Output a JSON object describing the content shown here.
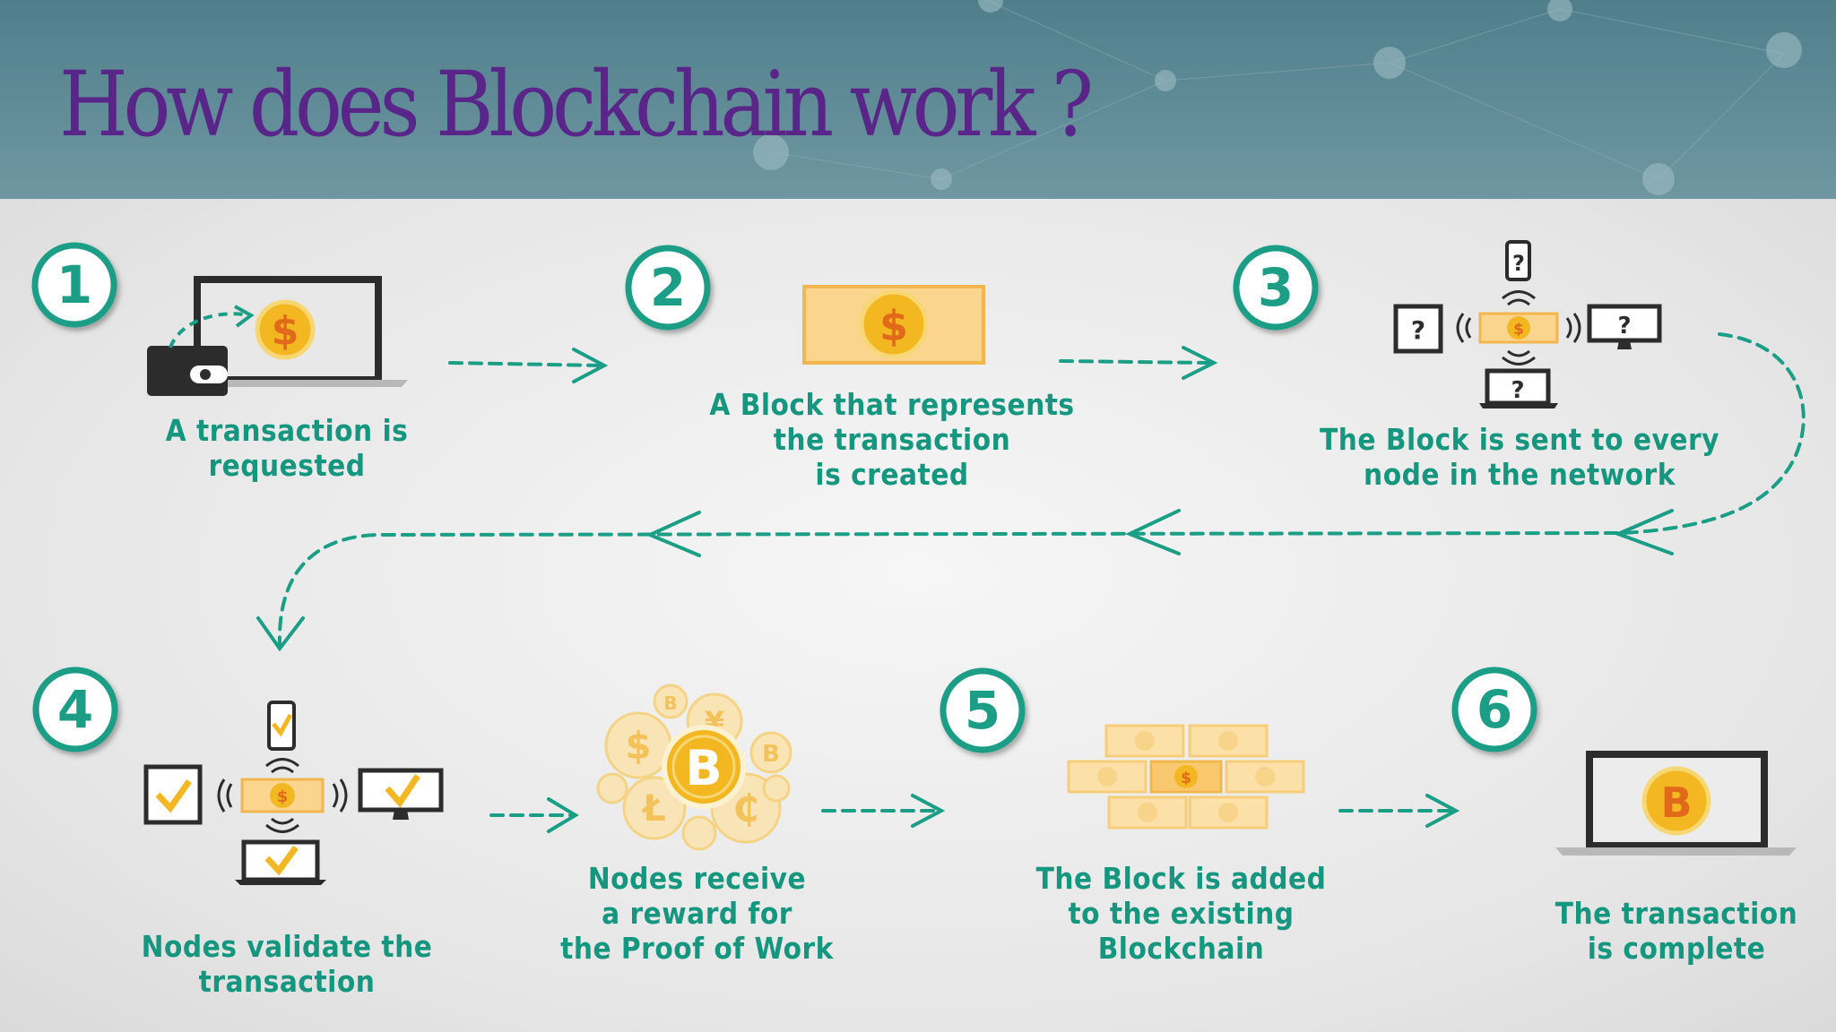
{
  "title": "How does Blockchain work ?",
  "colors": {
    "header": "#5b8894",
    "title": "#5a2589",
    "teal": "#1a9e86",
    "gold": "#f5c24b",
    "coin": "#f3b821",
    "text": "#14967f"
  },
  "steps": [
    {
      "number": "1",
      "label": "A transaction is requested",
      "icon": "laptop-wallet-coin-icon"
    },
    {
      "number": "2",
      "label": "A Block that represents\nthe transaction\nis created",
      "icon": "dollar-block-icon"
    },
    {
      "number": "3",
      "label": "The Block is sent to every\nnode in the network",
      "icon": "network-broadcast-icon"
    },
    {
      "number": "4",
      "label": "Nodes validate the transaction",
      "icon": "validation-network-icon"
    },
    {
      "number": "",
      "label": "Nodes receive\na reward for\nthe Proof of Work",
      "icon": "crypto-coins-reward-icon"
    },
    {
      "number": "5",
      "label": "The Block is added\nto the existing\nBlockchain",
      "icon": "block-chain-wall-icon"
    },
    {
      "number": "6",
      "label": "The transaction\nis complete",
      "icon": "laptop-bitcoin-icon"
    }
  ],
  "glyphs": {
    "dollar": "$",
    "bitcoin": "B",
    "question": "?",
    "yen": "¥",
    "lira": "Ł",
    "cent": "₵"
  }
}
